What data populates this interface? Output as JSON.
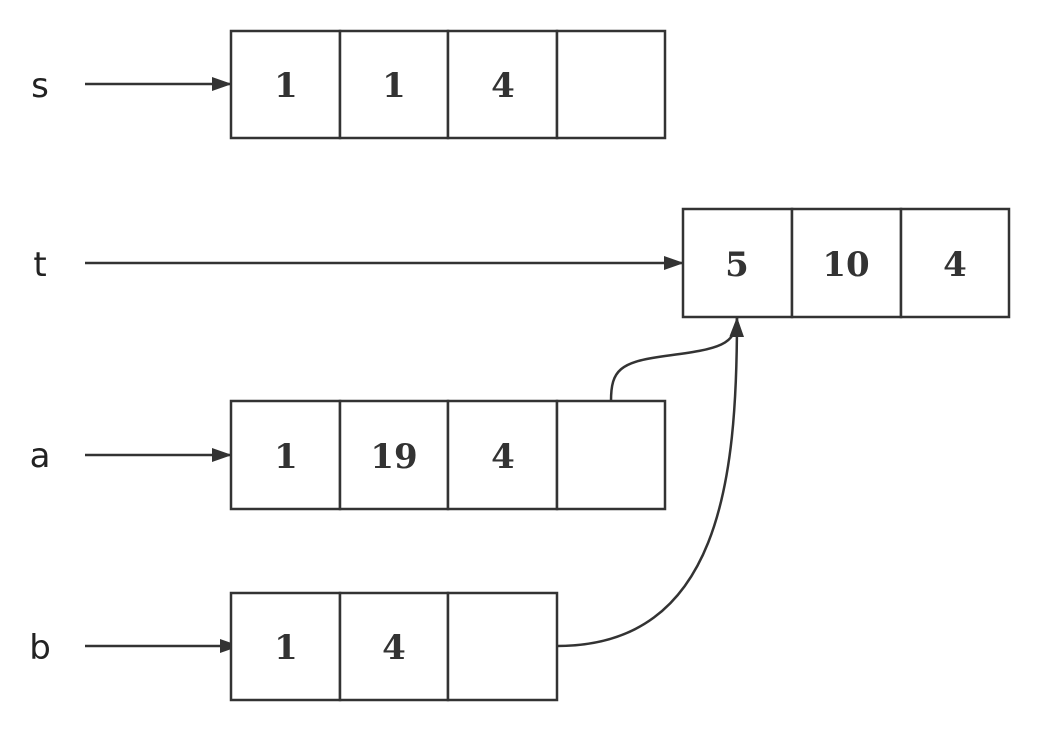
{
  "colors": {
    "stroke": "#333333",
    "text": "#222222",
    "background": "#ffffff"
  },
  "variables": [
    {
      "id": "s",
      "label": "s",
      "cells": [
        "1",
        "1",
        "4",
        ""
      ]
    },
    {
      "id": "t",
      "label": "t",
      "cells": [
        "5",
        "10",
        "4"
      ]
    },
    {
      "id": "a",
      "label": "a",
      "cells": [
        "1",
        "19",
        "4",
        ""
      ]
    },
    {
      "id": "b",
      "label": "b",
      "cells": [
        "1",
        "4",
        ""
      ]
    }
  ],
  "pointers": [
    {
      "from": "a",
      "from_cell": 3,
      "to": "t"
    },
    {
      "from": "b",
      "from_cell": 2,
      "to": "t"
    }
  ]
}
